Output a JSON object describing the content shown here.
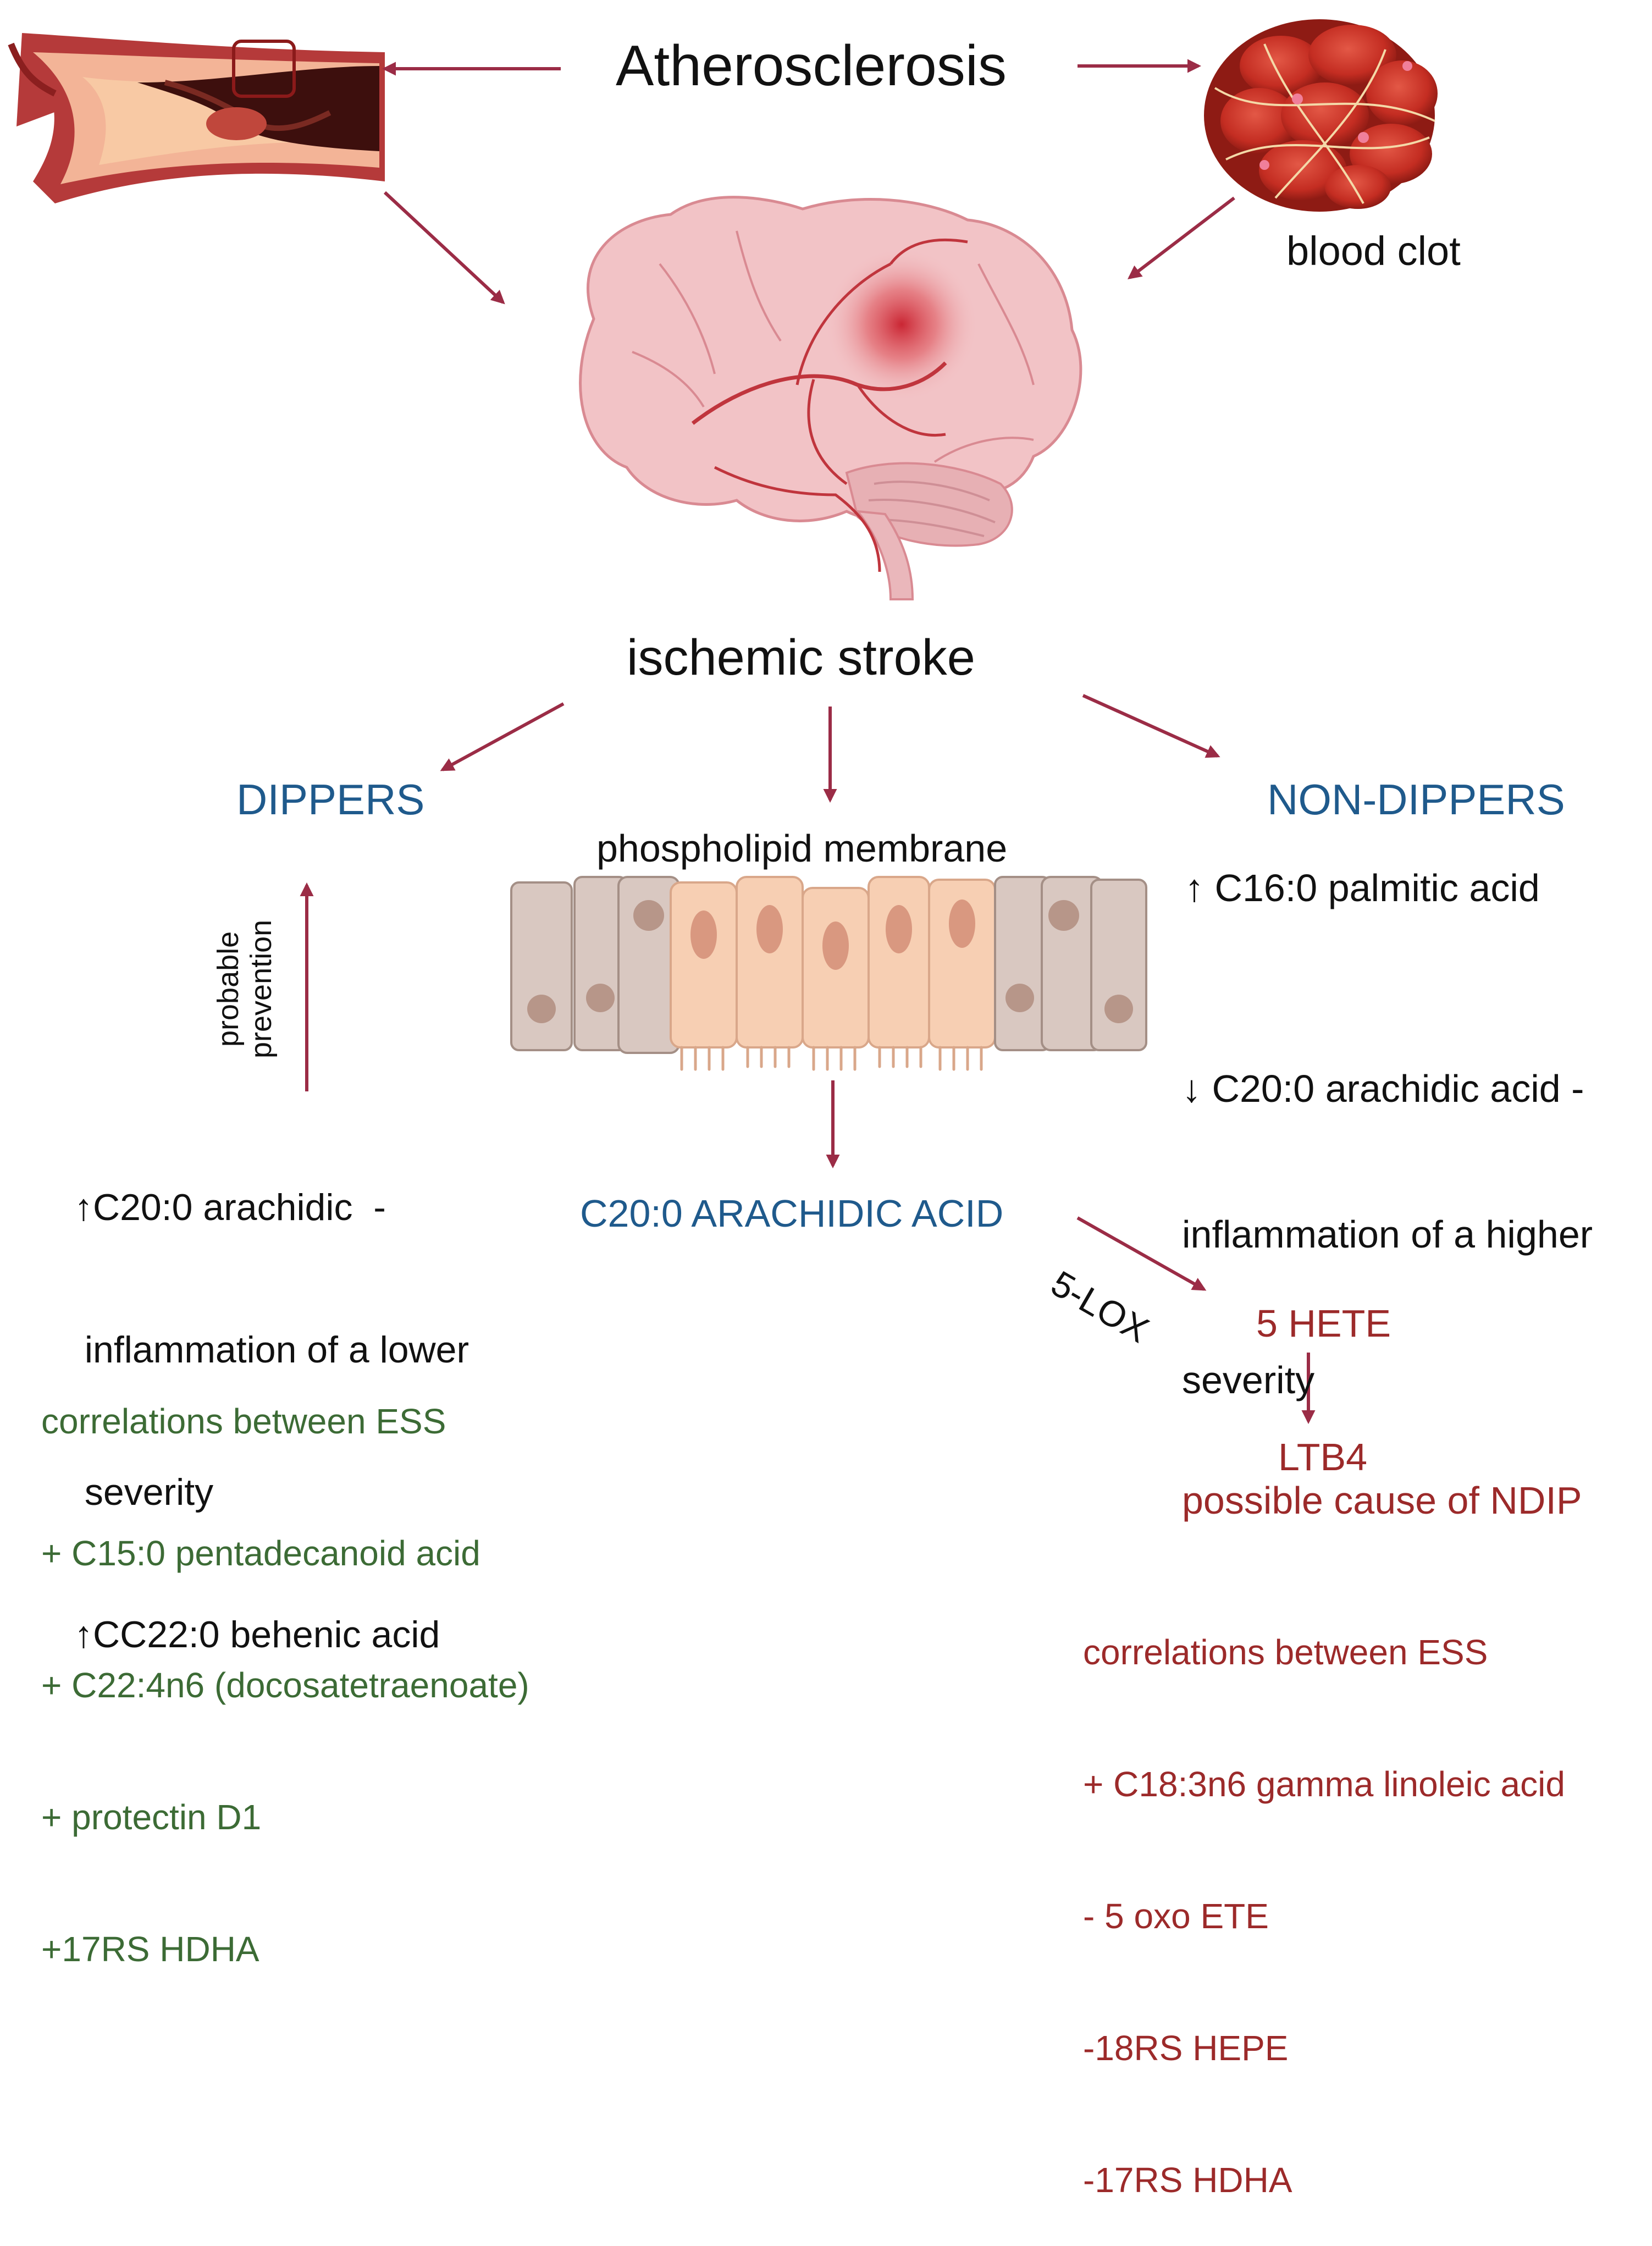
{
  "colors": {
    "arrow": "#9b2c46",
    "blue_text": "#1f5a8c",
    "red_text": "#9c2a2a",
    "green_text": "#3c6b35",
    "tissue_grey": "#d9c8c1",
    "tissue_peach": "#f7cfb3",
    "brain_pink": "#f2c3c6"
  },
  "icons": [
    "artery-plaque-icon",
    "blood-clot-icon",
    "brain-icon",
    "epithelial-cells-icon"
  ],
  "top": {
    "atherosclerosis": "Atherosclerosis",
    "blood_clot": "blood clot"
  },
  "stroke": {
    "title": "ischemic stroke"
  },
  "dippers": {
    "heading": "DIPPERS",
    "arrow_label_line1": "probable",
    "arrow_label_line2": "prevention",
    "line1": "↑C20:0 arachidic  -",
    "line2": " inflammation of a lower",
    "line3": " severity",
    "line4": "↑CC22:0 behenic acid",
    "corr": [
      "correlations between ESS",
      "+ C15:0 pentadecanoid acid",
      "+ C22:4n6 (docosatetraenoate)",
      "+ protectin D1",
      "+17RS HDHA"
    ]
  },
  "center": {
    "membrane_label": "phospholipid membrane",
    "acid_label": "C20:0 ARACHIDIC ACID",
    "enzyme_label": "5-LOX"
  },
  "non_dippers": {
    "heading": "NON-DIPPERS",
    "line1": "↑ C16:0 palmitic acid",
    "line2": "↓ C20:0 arachidic acid -",
    "line3": "inflammation of a higher",
    "line4": "severity"
  },
  "pathway": {
    "hete": "5 HETE",
    "ltb4": "LTB4",
    "cause": "possible cause of NDIP",
    "corr": [
      "correlations between ESS",
      "+ C18:3n6 gamma linoleic acid",
      "- 5 oxo ETE",
      "-18RS HEPE",
      "-17RS HDHA"
    ]
  }
}
